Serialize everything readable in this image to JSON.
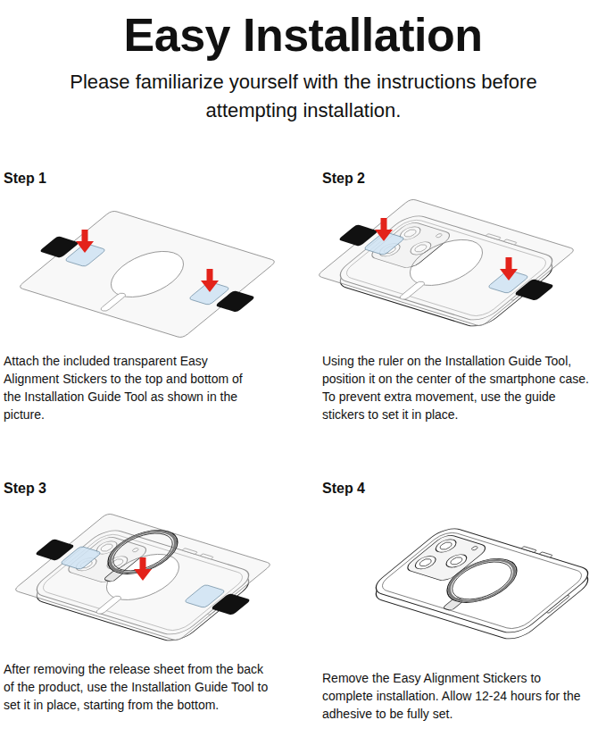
{
  "diagram": {
    "title": "Easy Installation",
    "labels": [
      "Please familiarize yourself with the instructions before attempting installation.",
      "Step 1",
      "Attach the included transparent Easy Alignment Stickers to the top and bottom of the Installation Guide Tool as shown in the picture.",
      "Step 2",
      "Using the ruler on the Installation Guide Tool, position it on the center of the smartphone case. To prevent extra movement, use the guide stickers to set it in place.",
      "Step 3",
      "After removing the release sheet from the back of the product, use the Installation Guide Tool to set it in place, starting from the bottom.",
      "Step 4",
      "Remove the Easy Alignment Stickers to complete installation. Allow 12-24 hours for the adhesive to be fully set."
    ]
  }
}
